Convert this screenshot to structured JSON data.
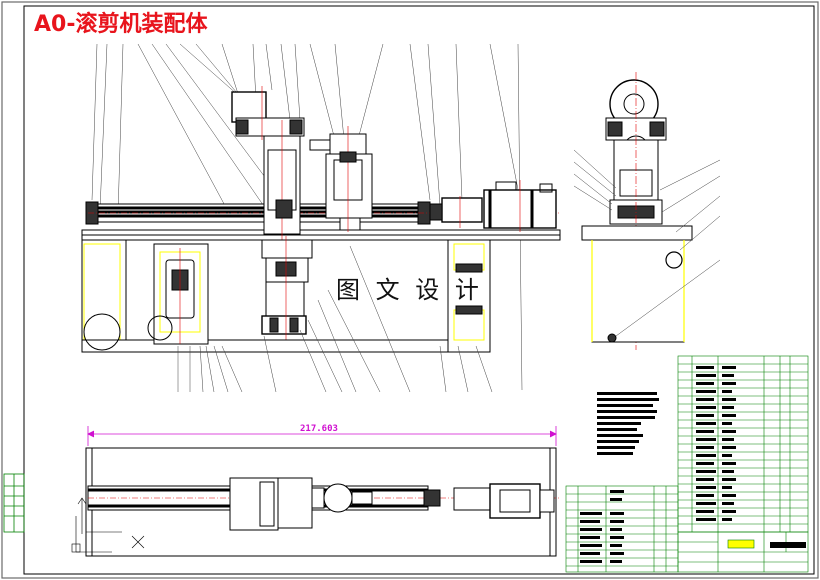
{
  "drawing": {
    "title": "A0-滚剪机装配体",
    "watermark": "图 文 设 计",
    "dimension_label": "217.603"
  },
  "colors": {
    "title": "#e8141c",
    "frame": "#606060",
    "outline": "#000000",
    "centerline": "#e00000",
    "dimension": "#d010d0",
    "highlight": "#ffff00",
    "leader": "#404040",
    "tableline": "#008000"
  }
}
